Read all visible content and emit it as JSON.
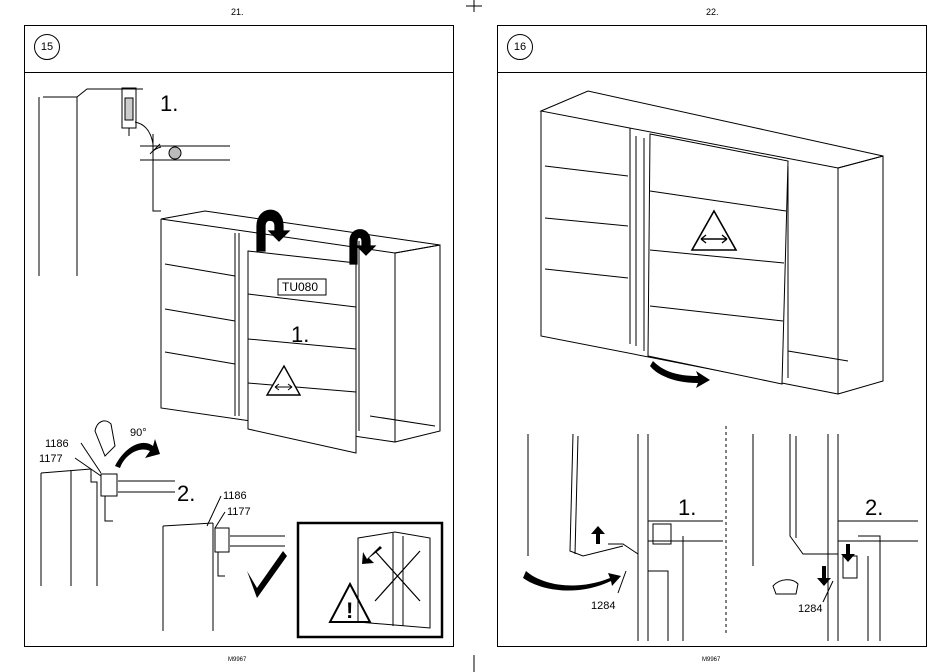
{
  "pages": [
    {
      "page_number": "21.",
      "step": "15",
      "footer": "M9967",
      "labels": {
        "sub1": "1.",
        "sub2": "2.",
        "door_sub": "1.",
        "door_code": "TU080",
        "part_a": "1186",
        "part_b": "1177",
        "part_a2": "1186",
        "part_b2": "1177",
        "angle": "90°"
      }
    },
    {
      "page_number": "22.",
      "step": "16",
      "footer": "M9967",
      "labels": {
        "sub1": "1.",
        "sub2": "2.",
        "part_1": "1284",
        "part_2": "1284"
      }
    }
  ]
}
